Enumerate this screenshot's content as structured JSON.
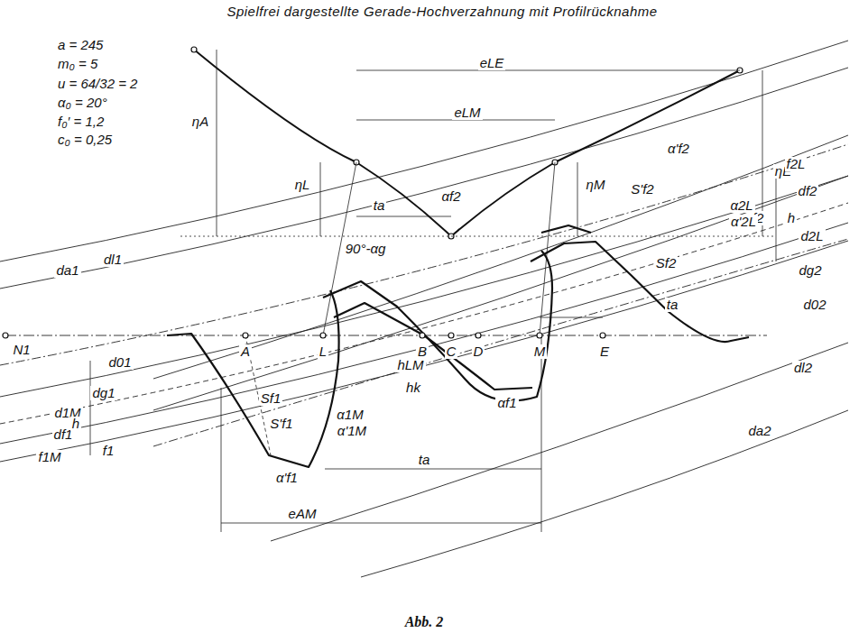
{
  "diagram": {
    "title": "Spielfrei dargestellte Gerade-Hochverzahnung mit Profilrücknahme",
    "caption": "Abb. 2",
    "labels": [
      "a = 245",
      "m₀ = 5",
      "u = 64/32 = 2",
      "α₀ = 20°",
      "f₀′ = 1,2",
      "c₀ = 0,25",
      "eLE",
      "eLM",
      "ηA",
      "ηL",
      "ηM",
      "ηE",
      "ta",
      "αf2",
      "90°-αg",
      "α'f2",
      "f2L",
      "df2",
      "f2",
      "S'f2",
      "α2L",
      "α'2L",
      "h",
      "d2L",
      "Sf2",
      "dg2",
      "d02",
      "ta",
      "dl2",
      "da2",
      "da1",
      "dl1",
      "N1",
      "A",
      "L",
      "B",
      "C",
      "D",
      "M",
      "E",
      "d01",
      "dg1",
      "d1M",
      "df1",
      "f1M",
      "f1",
      "h",
      "Sf1",
      "S'f1",
      "α1M",
      "α'1M",
      "α'f1",
      "hLM",
      "hk",
      "αf1",
      "ta",
      "eAM"
    ]
  }
}
